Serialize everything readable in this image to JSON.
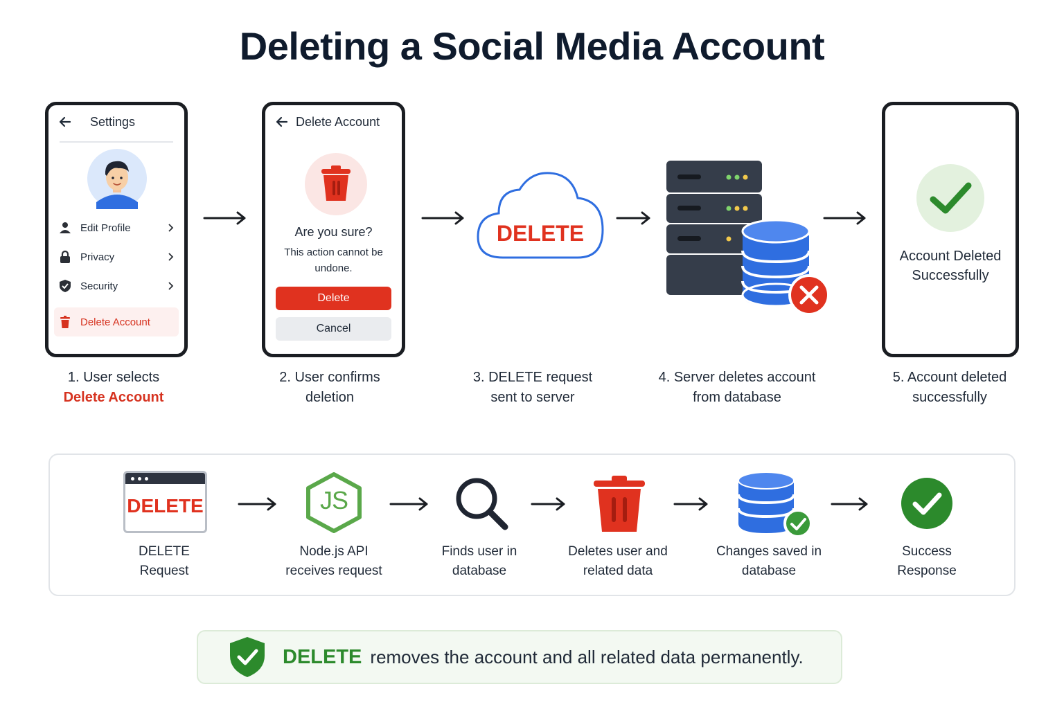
{
  "title": "Deleting a Social Media Account",
  "colors": {
    "danger": "#e0321f",
    "success": "#2c8a2c",
    "dark": "#0f1b2d",
    "db_blue": "#2f6ee0"
  },
  "steps": [
    {
      "caption": "1. User selects",
      "highlight": "Delete Account",
      "screen": {
        "header": "Settings",
        "avatar_icon": "user-avatar",
        "menu": [
          {
            "icon": "person-icon",
            "label": "Edit Profile"
          },
          {
            "icon": "lock-icon",
            "label": "Privacy"
          },
          {
            "icon": "shield-icon",
            "label": "Security"
          },
          {
            "icon": "trash-icon",
            "label": "Delete Account"
          }
        ]
      }
    },
    {
      "caption": "2. User confirms deletion",
      "screen": {
        "header": "Delete Account",
        "question": "Are you sure?",
        "warning": "This action cannot be undone.",
        "delete_button": "Delete",
        "cancel_button": "Cancel"
      }
    },
    {
      "caption": "3. DELETE request sent to server",
      "cloud_label": "DELETE"
    },
    {
      "caption": "4. Server deletes account from database"
    },
    {
      "caption": "5. Account deleted successfully",
      "screen": {
        "message": "Account Deleted Successfully"
      }
    }
  ],
  "flow": [
    {
      "icon": "browser-window-icon",
      "icon_text": "DELETE",
      "caption": "DELETE Request"
    },
    {
      "icon": "nodejs-icon",
      "icon_text": "JS",
      "caption": "Node.js API receives request"
    },
    {
      "icon": "magnifier-icon",
      "caption": "Finds user in database"
    },
    {
      "icon": "trash-icon",
      "caption": "Deletes user and related data"
    },
    {
      "icon": "database-check-icon",
      "caption": "Changes saved in database"
    },
    {
      "icon": "success-check-icon",
      "caption": "Success Response"
    }
  ],
  "note": {
    "keyword": "DELETE",
    "text": "removes the account and all related data permanently."
  }
}
